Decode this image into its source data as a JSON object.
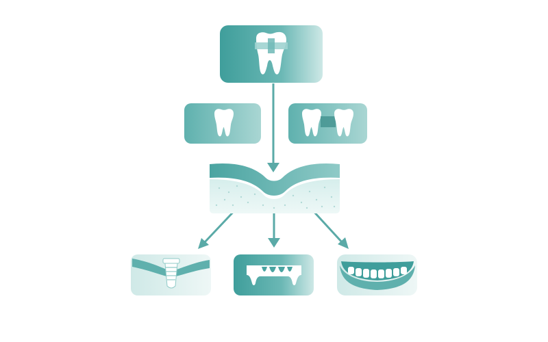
{
  "diagram": {
    "nodes": [
      {
        "id": "crown",
        "icon": "tooth-crown-icon"
      },
      {
        "id": "single-tooth",
        "icon": "tooth-icon"
      },
      {
        "id": "missing-tooth-gap",
        "icon": "tooth-gap-icon"
      },
      {
        "id": "jaw-bone",
        "icon": "gum-bone-cross-section-icon"
      },
      {
        "id": "implant",
        "icon": "dental-implant-icon"
      },
      {
        "id": "bridge",
        "icon": "dental-bridge-icon"
      },
      {
        "id": "denture",
        "icon": "full-denture-icon"
      }
    ],
    "edges": [
      {
        "from": "crown",
        "to": "jaw-bone"
      },
      {
        "from": "jaw-bone",
        "to": "implant"
      },
      {
        "from": "jaw-bone",
        "to": "bridge"
      },
      {
        "from": "jaw-bone",
        "to": "denture"
      }
    ]
  },
  "colors": {
    "teal_dark": "#3e9c99",
    "teal_mid": "#6fb9b6",
    "teal_light": "#cfe9e7",
    "teal_pale": "#e9f5f4",
    "arrow": "#5aaaa7",
    "tooth": "#ffffff"
  }
}
